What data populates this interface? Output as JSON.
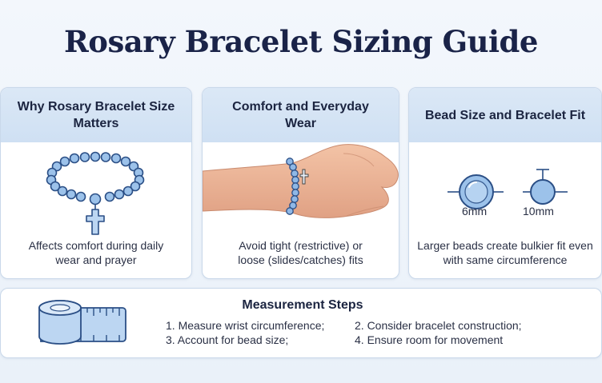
{
  "title": "Rosary Bracelet Sizing Guide",
  "cards": [
    {
      "heading": "Why Rosary Bracelet Size Matters",
      "text": "Affects comfort during daily wear and prayer",
      "icon": "rosary-bracelet-icon"
    },
    {
      "heading": "Comfort and Everyday Wear",
      "text": "Avoid tight (restrictive) or loose (slides/catches) fits",
      "icon": "wrist-with-bracelet-illustration"
    },
    {
      "heading": "Bead Size and Bracelet Fit",
      "text": "Larger beads create bulkier fit even with same circumference",
      "icon": "bead-size-icon",
      "bead_large_label": "6mm",
      "bead_small_label": "10mm"
    }
  ],
  "measurement": {
    "heading": "Measurement Steps",
    "steps": [
      "1. Measure wrist circumference;",
      "2. Consider bracelet construction;",
      "3. Account for bead size;",
      "4. Ensure room for movement"
    ],
    "icon": "measuring-tape-icon"
  },
  "colors": {
    "title": "#1a2348",
    "card_header": "#d4e3f4",
    "bead": "#9cc2ea",
    "bead_stroke": "#2b4f86"
  }
}
